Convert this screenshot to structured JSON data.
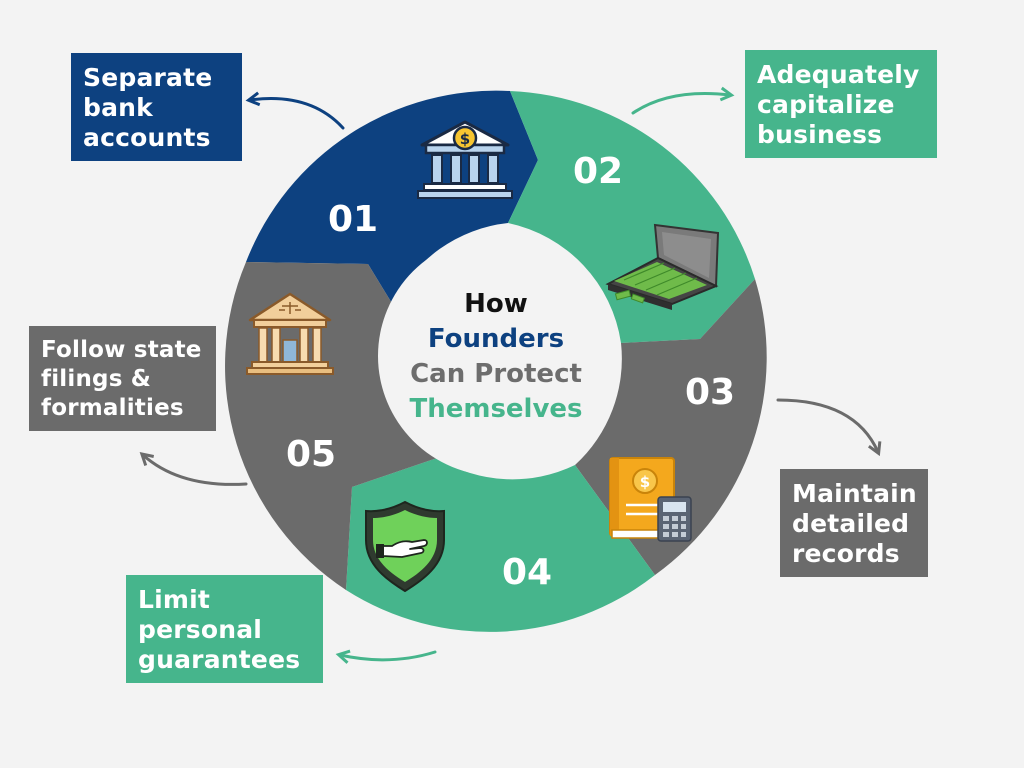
{
  "center": {
    "line1": "How",
    "line2": "Founders",
    "line3": "Can Protect",
    "line4": "Themselves"
  },
  "steps": [
    {
      "number": "01",
      "lines": [
        "Separate",
        "bank",
        "accounts"
      ],
      "color": "#0d4180",
      "icon": "bank-dollar-icon"
    },
    {
      "number": "02",
      "lines": [
        "Adequately",
        "capitalize",
        "business"
      ],
      "color": "#46b58c",
      "icon": "money-briefcase-icon"
    },
    {
      "number": "03",
      "lines": [
        "Maintain",
        "detailed",
        "records"
      ],
      "color": "#6b6b6b",
      "icon": "ledger-calculator-icon"
    },
    {
      "number": "04",
      "lines": [
        "Limit",
        "personal",
        "guarantees"
      ],
      "color": "#46b58c",
      "icon": "shield-hand-icon"
    },
    {
      "number": "05",
      "lines": [
        "Follow state",
        "filings &",
        "formalities"
      ],
      "color": "#6b6b6b",
      "icon": "courthouse-icon"
    }
  ],
  "colors": {
    "background": "#f3f3f3",
    "navy": "#0d4180",
    "green": "#46b58c",
    "gray": "#6b6b6b",
    "center_title": "#111111",
    "center_gray": "#6d6d6d"
  }
}
